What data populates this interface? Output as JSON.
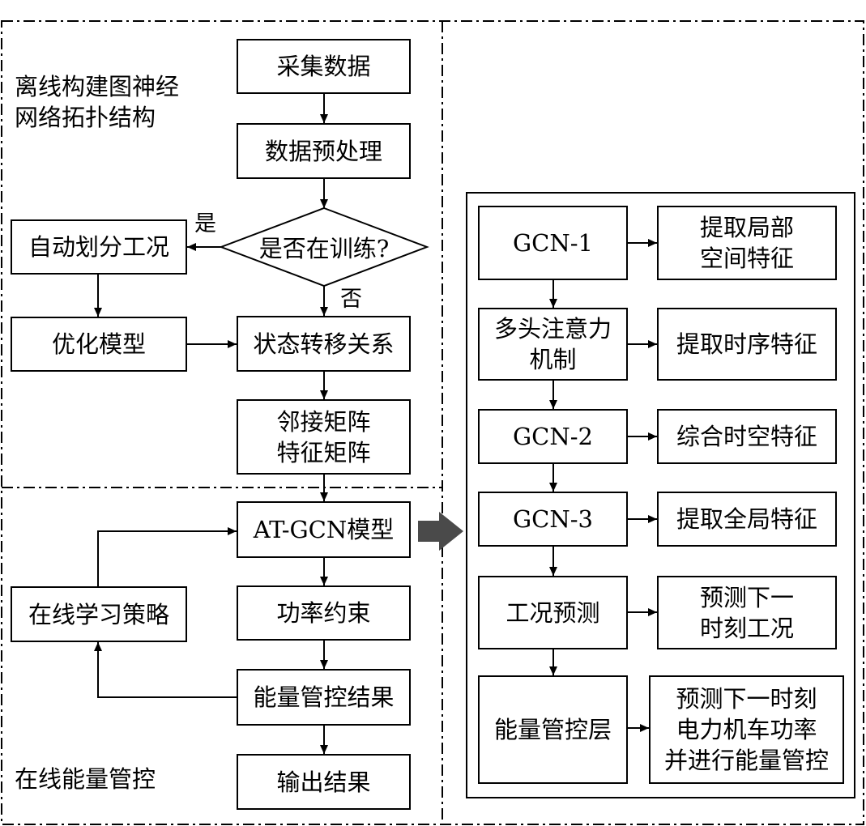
{
  "sections": {
    "offline_title": "离线构建图神经\n网络拓扑结构",
    "online_title": "在线能量管控"
  },
  "left_flow": {
    "collect": "采集数据",
    "preprocess": "数据预处理",
    "decision": "是否在训练?",
    "yes": "是",
    "no": "否",
    "auto_divide": "自动划分工况",
    "optimize": "优化模型",
    "state_transfer": "状态转移关系",
    "matrices": "邻接矩阵\n特征矩阵",
    "atgcn": "AT-GCN模型",
    "online_learning": "在线学习策略",
    "power_constraint": "功率约束",
    "control_result": "能量管控结果",
    "output": "输出结果"
  },
  "right_flow": {
    "gcn1": "GCN-1",
    "gcn1_out": "提取局部\n空间特征",
    "attention": "多头注意力\n机制",
    "attention_out": "提取时序特征",
    "gcn2": "GCN-2",
    "gcn2_out": "综合时空特征",
    "gcn3": "GCN-3",
    "gcn3_out": "提取全局特征",
    "predict": "工况预测",
    "predict_out": "预测下一\n时刻工况",
    "control_layer": "能量管控层",
    "control_out": "预测下一时刻\n电力机车功率\n并进行能量管控"
  },
  "colors": {
    "line": "#000000",
    "fat_arrow": "#4a4a4a"
  }
}
